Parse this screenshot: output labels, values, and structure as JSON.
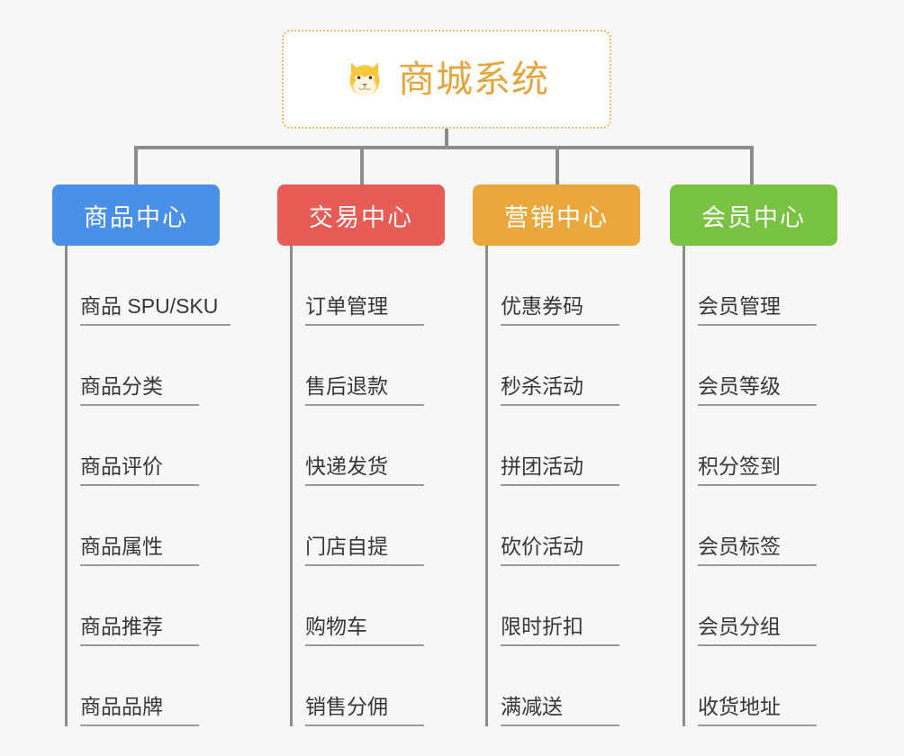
{
  "root": {
    "title": "商城系统",
    "icon": "shiba-dog-face-emoji",
    "border_color": "#f0b963",
    "text_color": "#e3a63f",
    "background": "#ffffff"
  },
  "canvas": {
    "background": "#f7f7f7",
    "connector_color": "#8c8c8c"
  },
  "branches": [
    {
      "label": "商品中心",
      "color": "#4a90e8",
      "leaves": [
        {
          "label": "商品 SPU/SKU"
        },
        {
          "label": "商品分类"
        },
        {
          "label": "商品评价"
        },
        {
          "label": "商品属性"
        },
        {
          "label": "商品推荐"
        },
        {
          "label": "商品品牌"
        }
      ]
    },
    {
      "label": "交易中心",
      "color": "#e75d55",
      "leaves": [
        {
          "label": "订单管理"
        },
        {
          "label": "售后退款"
        },
        {
          "label": "快递发货"
        },
        {
          "label": "门店自提"
        },
        {
          "label": "购物车"
        },
        {
          "label": "销售分佣"
        }
      ]
    },
    {
      "label": "营销中心",
      "color": "#eaa83c",
      "leaves": [
        {
          "label": "优惠券码"
        },
        {
          "label": "秒杀活动"
        },
        {
          "label": "拼团活动"
        },
        {
          "label": "砍价活动"
        },
        {
          "label": "限时折扣"
        },
        {
          "label": "满减送"
        }
      ]
    },
    {
      "label": "会员中心",
      "color": "#79c243",
      "leaves": [
        {
          "label": "会员管理"
        },
        {
          "label": "会员等级"
        },
        {
          "label": "积分签到"
        },
        {
          "label": "会员标签"
        },
        {
          "label": "会员分组"
        },
        {
          "label": "收货地址"
        }
      ]
    }
  ]
}
